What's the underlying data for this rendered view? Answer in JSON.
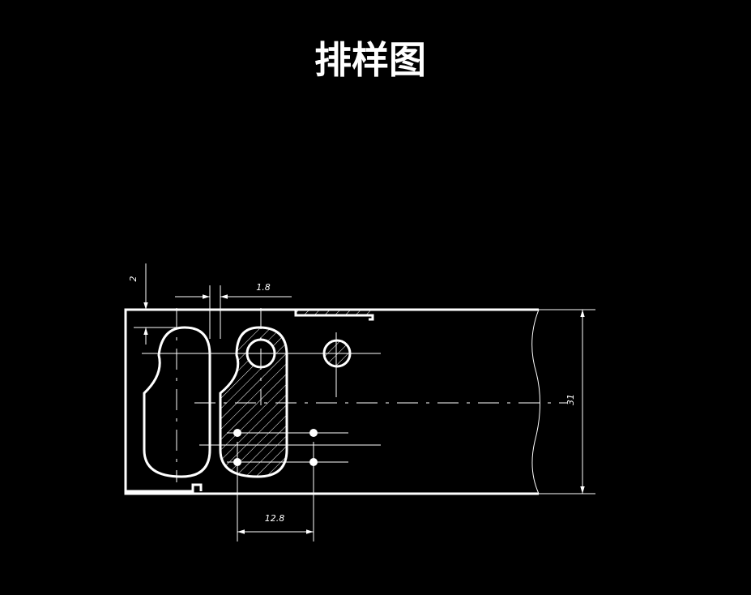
{
  "title": "排样图",
  "dimensions": {
    "top_gap": "2",
    "spacing": "1.8",
    "pitch": "12.8",
    "strip_width": "31"
  },
  "colors": {
    "background": "#000000",
    "line": "#ffffff"
  }
}
